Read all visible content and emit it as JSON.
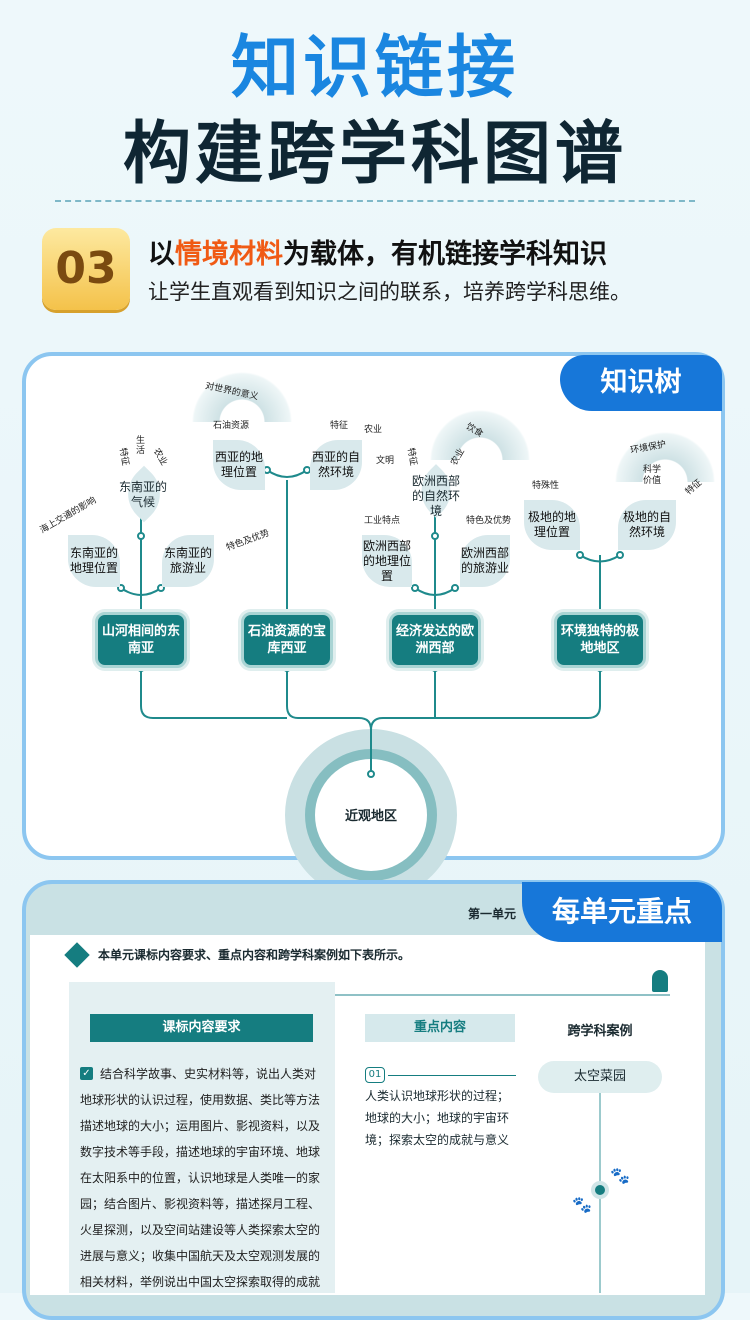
{
  "header": {
    "title1": "知识链接",
    "title2": "构建跨学科图谱"
  },
  "feature": {
    "number": "03",
    "headline_pre": "以",
    "headline_highlight": "情境材料",
    "headline_post": "为载体，有机链接学科知识",
    "subtitle": "让学生直观看到知识之间的联系，培养跨学科思维。"
  },
  "tree_card": {
    "tag": "知识树",
    "root": "近观地区",
    "branches": [
      {
        "label": "山河相间的东南亚",
        "leaves": [
          "东南亚的地理位置",
          "东南亚的气候",
          "东南亚的旅游业"
        ],
        "labels": [
          "海上交通的影响",
          "特征",
          "生活",
          "农业",
          "特色及优势"
        ]
      },
      {
        "label": "石油资源的宝库西亚",
        "leaves": [
          "西亚的地理位置",
          "西亚的自然环境"
        ],
        "labels": [
          "石油资源",
          "对世界的意义",
          "特征",
          "农业",
          "文明"
        ]
      },
      {
        "label": "经济发达的欧洲西部",
        "leaves": [
          "欧洲西部的地理位置",
          "欧洲西部的自然环境",
          "欧洲西部的旅游业"
        ],
        "labels": [
          "工业特点",
          "特征",
          "农业",
          "饮食",
          "特色及优势"
        ]
      },
      {
        "label": "环境独特的极地地区",
        "leaves": [
          "极地的地理位置",
          "极地的自然环境"
        ],
        "labels": [
          "特殊性",
          "科学价值",
          "环境保护",
          "特征"
        ]
      }
    ]
  },
  "unit_card": {
    "tag": "每单元重点",
    "unit": "第一单元",
    "intro": "本单元课标内容要求、重点内容和跨学科案例如下表所示。",
    "col1": "课标内容要求",
    "col2": "重点内容",
    "col3": "跨学科案例",
    "requirement_lines": [
      "结合科学故事、史实材料等，说出人类对",
      "地球形状的认识过程，使用数据、类比等方法",
      "描述地球的大小；运用图片、影视资料，以及",
      "数字技术等手段，描述地球的宇宙环境、地球",
      "在太阳系中的位置，认识地球是人类唯一的家",
      "园；结合图片、影视资料等，描述探月工程、",
      "火星探测，以及空间站建设等人类探索太空的",
      "进展与意义；收集中国航天及太空观测发展的",
      "相关材料，举例说出中国太空探索取得的成就"
    ],
    "key_num": "01",
    "key_lines": [
      "人类认识地球形状的过程；",
      "地球的大小；地球的宇宙环",
      "境；探索太空的成就与意义"
    ],
    "case": "太空菜园"
  }
}
